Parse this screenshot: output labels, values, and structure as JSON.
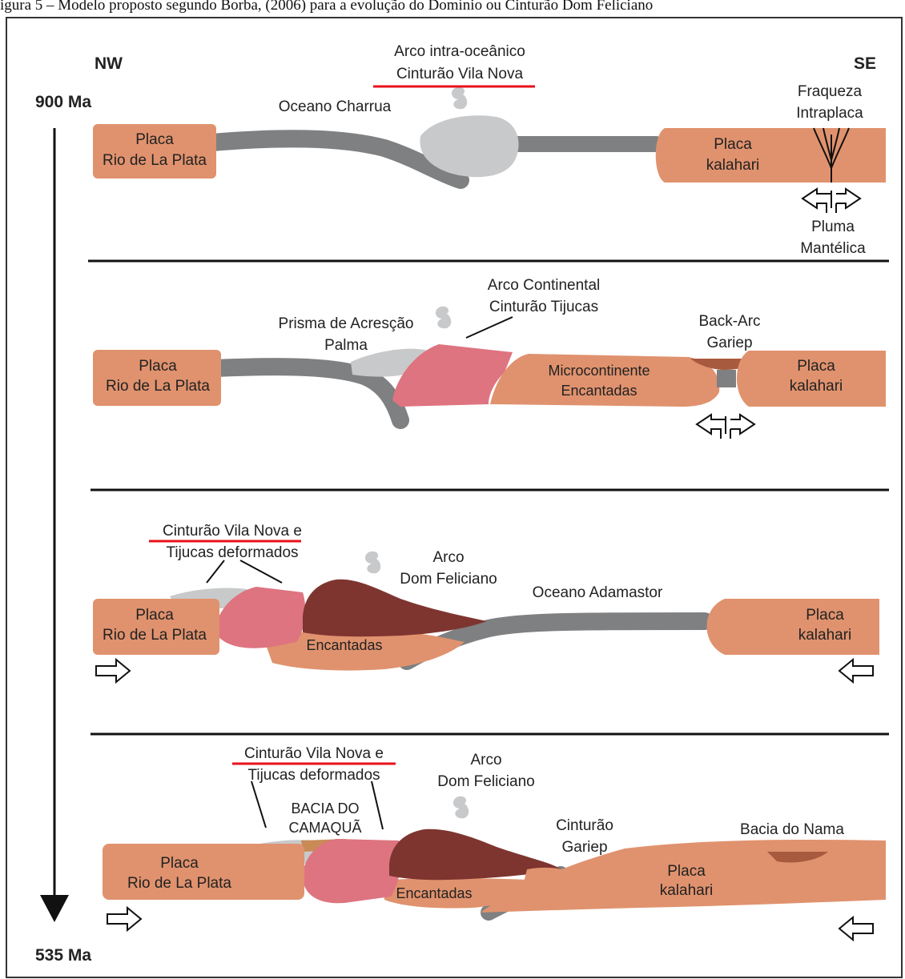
{
  "caption": "igura 5 – Modelo proposto segundo Borba, (2006) para a evolução do Domínio ou Cinturão Dom Feliciano",
  "orientation": {
    "left": "NW",
    "right": "SE"
  },
  "timeline": {
    "start": "900 Ma",
    "end": "535 Ma"
  },
  "colors": {
    "plate": "#E0926E",
    "oceanic_slab": "#7F8082",
    "arc_light": "#C8C9CA",
    "arc_pink": "#DE7480",
    "arc_dark": "#7E3530",
    "basin": "#A85A3E",
    "underline": "#E8101A"
  },
  "stages": [
    {
      "plate_left": [
        "Placa",
        "Rio de La Plata"
      ],
      "plate_right": [
        "Placa",
        "kalahari"
      ],
      "ocean": "Oceano Charrua",
      "arc": [
        "Arco intra-oceânico",
        "Cinturão Vila Nova"
      ],
      "weakness": [
        "Fraqueza",
        "Intraplaca"
      ],
      "plume": [
        "Pluma",
        "Mantélica"
      ]
    },
    {
      "plate_left": [
        "Placa",
        "Rio de La Plata"
      ],
      "plate_right": [
        "Placa",
        "kalahari"
      ],
      "prism": [
        "Prisma de Acresção",
        "Palma"
      ],
      "arc": [
        "Arco Continental",
        "Cinturão Tijucas"
      ],
      "microcontinent": [
        "Microcontinente",
        "Encantadas"
      ],
      "backarc": [
        "Back-Arc",
        "Gariep"
      ]
    },
    {
      "plate_left": [
        "Placa",
        "Rio de La Plata"
      ],
      "plate_right": [
        "Placa",
        "kalahari"
      ],
      "deformed": [
        "Cinturão Vila Nova e",
        "Tijucas deformados"
      ],
      "arc": [
        "Arco",
        "Dom Feliciano"
      ],
      "ocean": "Oceano Adamastor",
      "encantadas": "Encantadas"
    },
    {
      "plate_left": [
        "Placa",
        "Rio de La Plata"
      ],
      "plate_right": [
        "Placa",
        "kalahari"
      ],
      "deformed": [
        "Cinturão Vila Nova e",
        "Tijucas deformados"
      ],
      "basin_camaqua": [
        "BACIA DO",
        "CAMAQUÃ"
      ],
      "arc": [
        "Arco",
        "Dom Feliciano"
      ],
      "gariep": [
        "Cinturão",
        "Gariep"
      ],
      "basin_nama": "Bacia do Nama",
      "encantadas": "Encantadas"
    }
  ]
}
